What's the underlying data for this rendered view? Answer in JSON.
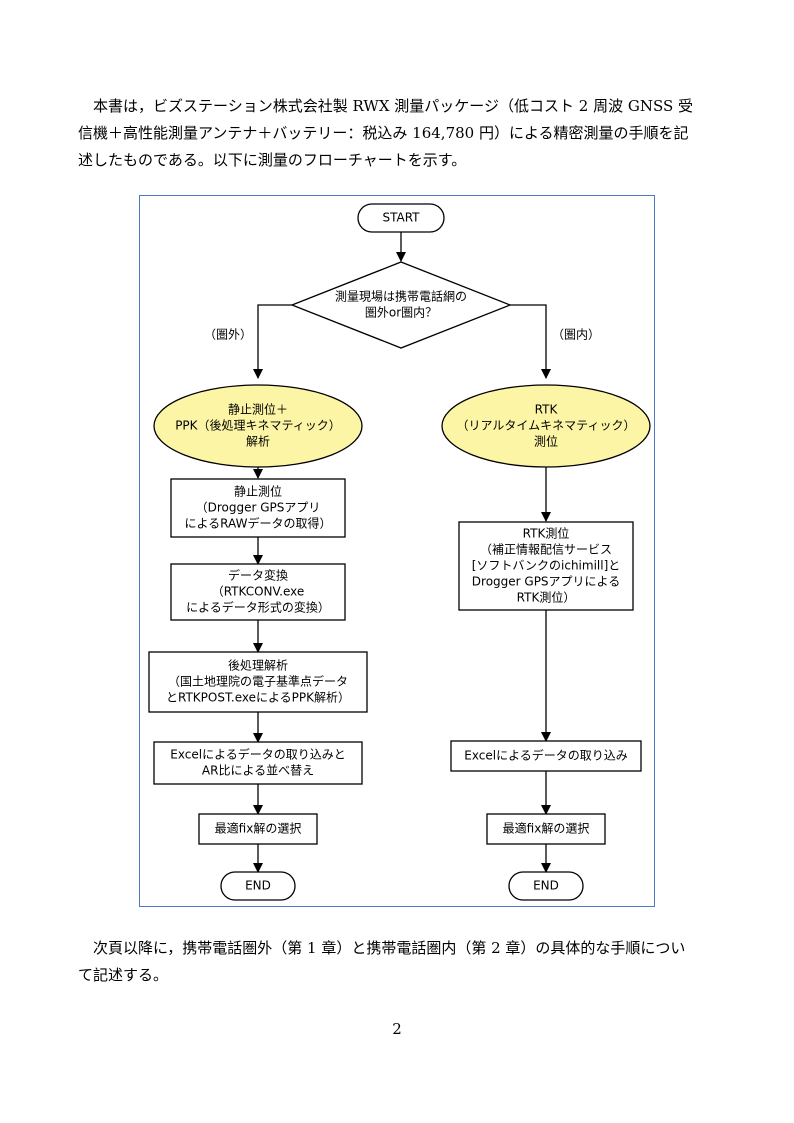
{
  "intro_lines": [
    "本書は，ビズステーション株式会社製 RWX 測量パッケージ（低コスト 2 周波 GNSS 受",
    "信機＋高性能測量アンテナ＋バッテリー：税込み 164,780 円）による精密測量の手順を記",
    "述したものである。以下に測量のフローチャートを示す。"
  ],
  "flowchart": {
    "start": "START",
    "decision": [
      "測量現場は携帯電話網の",
      "圏外or圏内？"
    ],
    "branch_left": "（圏外）",
    "branch_right": "（圏内）",
    "left_method": [
      "静止測位＋",
      "PPK（後処理キネマティック）",
      "解析"
    ],
    "right_method": [
      "RTK",
      "（リアルタイムキネマティック）",
      "測位"
    ],
    "left_steps": [
      [
        "静止測位",
        "（Drogger GPSアプリ",
        "によるRAWデータの取得）"
      ],
      [
        "データ変換",
        "（RTKCONV.exe",
        "によるデータ形式の変換）"
      ],
      [
        "後処理解析",
        "（国土地理院の電子基準点データ",
        "とRTKPOST.exeによるPPK解析）"
      ],
      [
        "Excelによるデータの取り込みと",
        "AR比による並べ替え"
      ],
      [
        "最適fix解の選択"
      ]
    ],
    "right_steps": [
      [
        "RTK測位",
        "（補正情報配信サービス",
        "[ソフトバンクのichimill]と",
        "Drogger GPSアプリによる",
        "RTK測位）"
      ],
      [
        "Excelによるデータの取り込み"
      ],
      [
        "最適fix解の選択"
      ]
    ],
    "end_left": "END",
    "end_right": "END",
    "colors": {
      "border": "#4f79c7",
      "ellipse_fill": "#fdf5a6",
      "stroke": "#000000"
    }
  },
  "outro_lines": [
    "次頁以降に，携帯電話圏外（第 1 章）と携帯電話圏内（第 2 章）の具体的な手順につい",
    "て記述する。"
  ],
  "page_number": "2"
}
